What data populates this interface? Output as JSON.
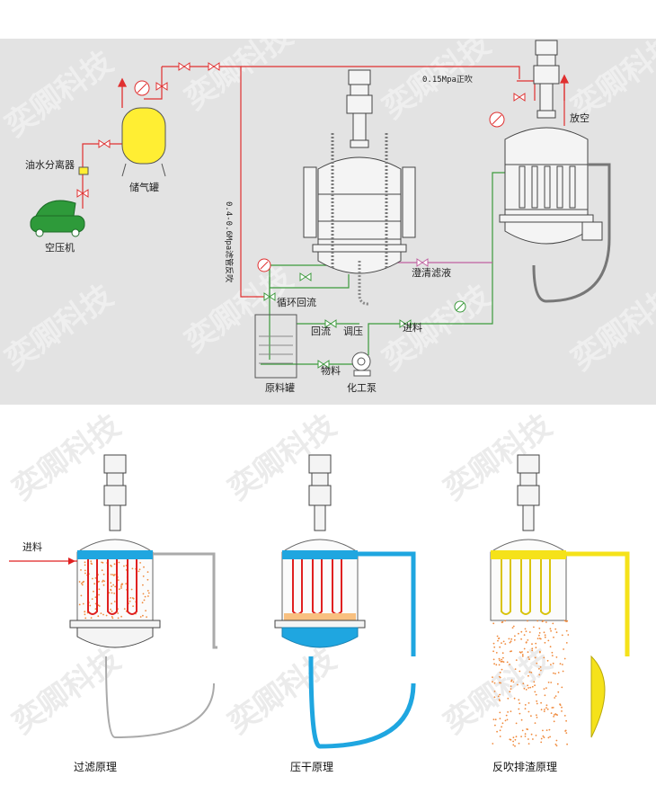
{
  "top_diagram": {
    "labels": {
      "oil_water_separator": "油水分离器",
      "air_tank": "储气罐",
      "air_compressor": "空压机",
      "backflush_pressure": "0.4-0.6Mpa滤管反吹",
      "top_blow_pressure": "0.15Mpa正吹",
      "vent": "放空",
      "clear_filtrate": "澄清滤液",
      "recirculation": "循环回流",
      "return_flow": "回流",
      "pressure_adjust": "调压",
      "feed": "进料",
      "material": "物料",
      "raw_tank": "原料罐",
      "chem_pump": "化工泵"
    }
  },
  "bottom_panels": {
    "feed_label": "进料",
    "captions": [
      "过滤原理",
      "压干原理",
      "反吹排渣原理"
    ]
  },
  "watermark": "奕卿科技",
  "colors": {
    "panel_bg": "#e3e3e3",
    "air_line": "#e03030",
    "liquid_line": "#3c9a3c",
    "filtrate_line": "#c060a0",
    "tank_yellow": "#ffee33",
    "compressor_green": "#2e9a3a",
    "blue_fluid": "#1fa6e0",
    "yellow_gas": "#f5e21a",
    "particles": "#f08a3c",
    "feed_red": "#e02020"
  },
  "icons": [
    "valve-icon",
    "pressure-gauge-icon",
    "safety-valve-icon",
    "pump-icon",
    "compressor-icon"
  ]
}
